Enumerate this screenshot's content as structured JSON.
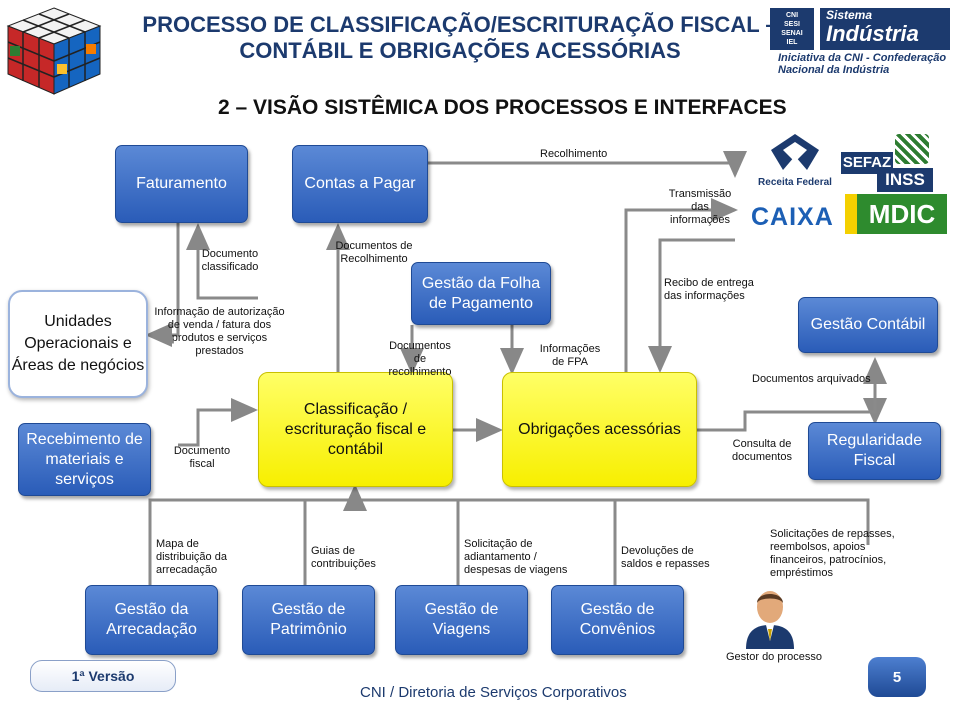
{
  "header": {
    "title_line1": "PROCESSO DE CLASSIFICAÇÃO/ESCRITURAÇÃO FISCAL –",
    "title_line2": "CONTÁBIL E OBRIGAÇÕES ACESSÓRIAS",
    "subtitle": "2 – VISÃO SISTÊMICA DOS PROCESSOS E INTERFACES",
    "brand_badge": [
      "CNI",
      "SESI",
      "SENAI",
      "IEL"
    ],
    "brand_name_line1": "Sistema",
    "brand_name_line2": "Indústria",
    "brand_tagline_line1": "Iniciativa da CNI - Confederação",
    "brand_tagline_line2": "Nacional da Indústria"
  },
  "boxes": {
    "faturamento": "Faturamento",
    "contas_pagar": "Contas a Pagar",
    "unidades": "Unidades Operacionais e Áreas de negócios",
    "recebimento": "Recebimento de materiais e serviços",
    "gestao_folha": "Gestão da Folha de Pagamento",
    "classificacao": "Classificação / escrituração fiscal e contábil",
    "obrigacoes": "Obrigações acessórias",
    "gestao_contabil": "Gestão Contábil",
    "regularidade": "Regularidade Fiscal",
    "gestao_arrecadacao": "Gestão da Arrecadação",
    "gestao_patrimonio": "Gestão de Patrimônio",
    "gestao_viagens": "Gestão de Viagens",
    "gestao_convenios": "Gestão de Convênios"
  },
  "labels": {
    "recolhimento_top": "Recolhimento",
    "transmissao": "Transmissão das informações",
    "doc_classificado": "Documento classificado",
    "docs_recolhimento": "Documentos de Recolhimento",
    "info_autorizacao": "Informação de autorização de venda / fatura dos produtos e serviços prestados",
    "docs_recolhimento_lower": "Documentos de recolhimento",
    "info_fpa": "Informações de FPA",
    "recibo": "Recibo de entrega das informações",
    "docs_arquivados": "Documentos arquivados",
    "doc_fiscal": "Documento fiscal",
    "consulta": "Consulta de documentos",
    "mapa": "Mapa de distribuição da arrecadação",
    "guias": "Guias de contribuições",
    "solicitacao_adiantamento": "Solicitação de adiantamento / despesas de viagens",
    "devolucoes": "Devoluções de saldos e repasses",
    "solicitacoes_repasses": "Solicitações de repasses, reembolsos, apoios financeiros, patrocínios, empréstimos",
    "gestor": "Gestor do processo"
  },
  "logos": {
    "receita": "Receita Federal",
    "sefaz": "SEFAZ",
    "inss": "INSS",
    "caixa": "CAIXA",
    "mdic": "MDIC"
  },
  "footer": {
    "version": "1ª Versão",
    "org": "CNI / Diretoria de Serviços Corporativos",
    "page": "5"
  },
  "colors": {
    "blue_box": "#2a5cb8",
    "yellow_box": "#f7ef00",
    "title_blue": "#1c3a6e"
  }
}
